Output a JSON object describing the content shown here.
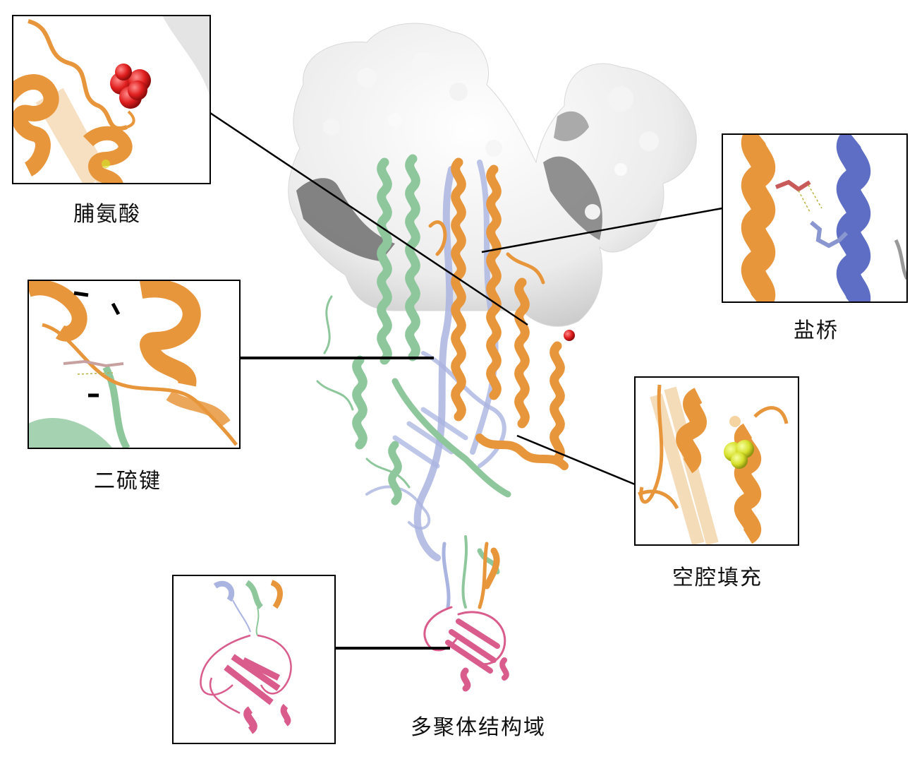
{
  "labels": {
    "proline": "脯氨酸",
    "salt_bridge": "盐桥",
    "disulfide": "二硫键",
    "cavity_filling": "空腔填充",
    "trimerization_domain": "多聚体结构域"
  },
  "colors": {
    "protomer_orange": "#e8963c",
    "protomer_green": "#8fc79c",
    "protomer_blue": "#aab4e0",
    "surface_gray": "#ededed",
    "trimer_pink": "#d95c8c",
    "proline_red": "#e01e1e",
    "cavity_yellow": "#d6e02a",
    "salt_bridge_blue": "#5e6ec4",
    "salt_bridge_red": "#c85a5a"
  }
}
